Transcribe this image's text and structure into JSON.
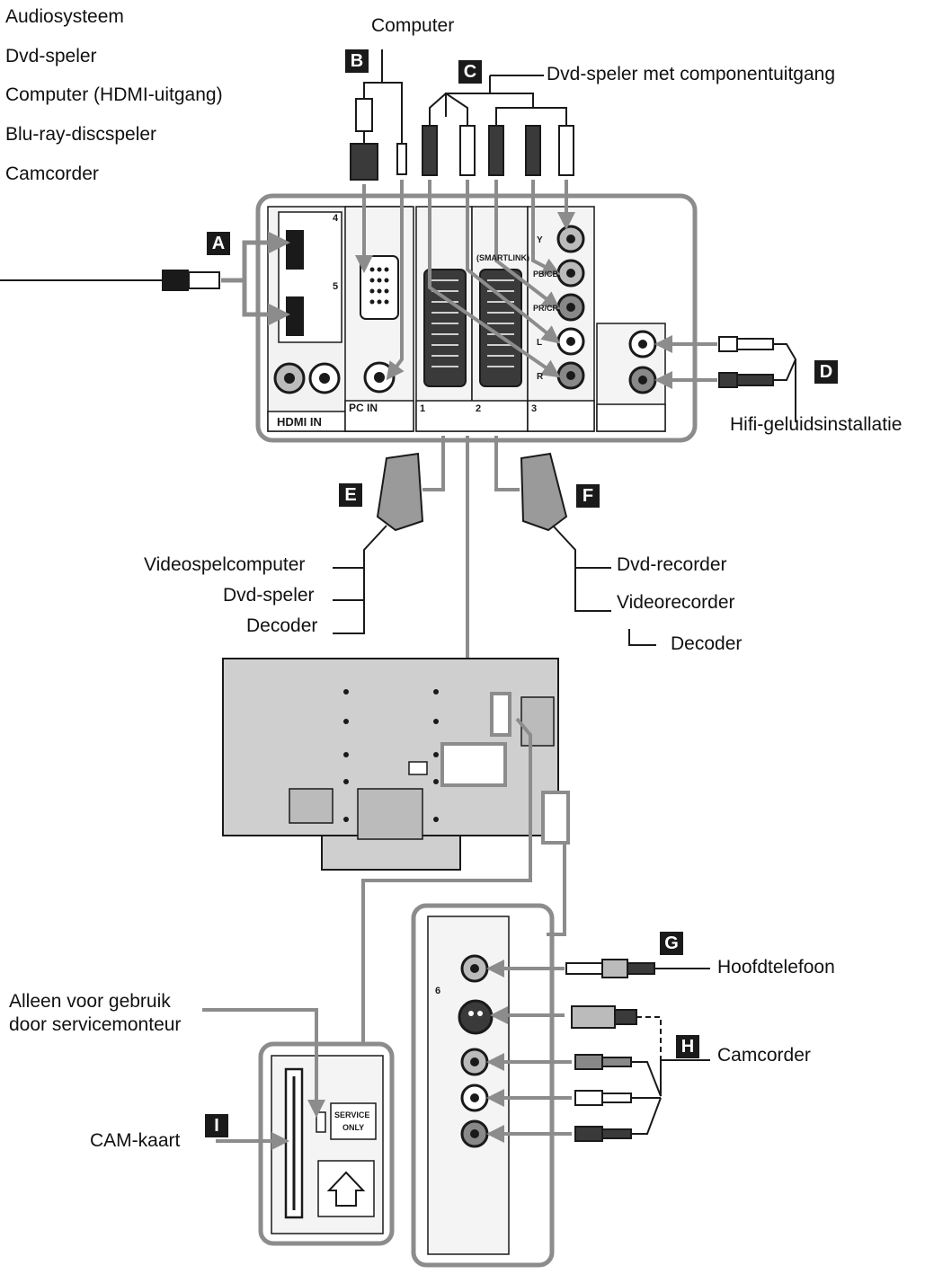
{
  "left_devices": [
    "Audiosysteem",
    "Dvd-speler",
    "Computer (HDMI-uitgang)",
    "Blu-ray-discspeler",
    "Camcorder"
  ],
  "labels": {
    "computer": "Computer",
    "dvd_component": "Dvd-speler met componentuitgang",
    "hifi": "Hifi-geluidsinstallatie",
    "videospelcomputer": "Videospelcomputer",
    "dvd_speler": "Dvd-speler",
    "decoder_left": "Decoder",
    "dvd_recorder": "Dvd-recorder",
    "videorecorder": "Videorecorder",
    "decoder_right": "Decoder",
    "service_only_title_1": "Alleen voor gebruik",
    "service_only_title_2": "door servicemonteur",
    "cam_kaart": "CAM-kaart",
    "hoofdtelefoon": "Hoofdtelefoon",
    "camcorder_right": "Camcorder"
  },
  "panel_text": {
    "hdmi_in": "HDMI IN",
    "pc_in": "PC IN",
    "smartlink": "(SMARTLINK)",
    "hdmi_port_4": "4",
    "hdmi_port_5": "5",
    "scart_1": "1",
    "scart_2": "2",
    "comp_3": "3",
    "y": "Y",
    "pb_cb": "PB/CB",
    "pr_cr": "PR/CR",
    "l": "L",
    "r": "R",
    "side_6": "6",
    "service": "SERVICE",
    "only": "ONLY"
  },
  "badges": {
    "a": "A",
    "b": "B",
    "c": "C",
    "d": "D",
    "e": "E",
    "f": "F",
    "g": "G",
    "h": "H",
    "i": "I"
  },
  "colors": {
    "line": "#8c8c8c",
    "dark": "#1a1a1a",
    "panel_fill": "#ededed",
    "tv_fill": "#cfcfcf"
  }
}
